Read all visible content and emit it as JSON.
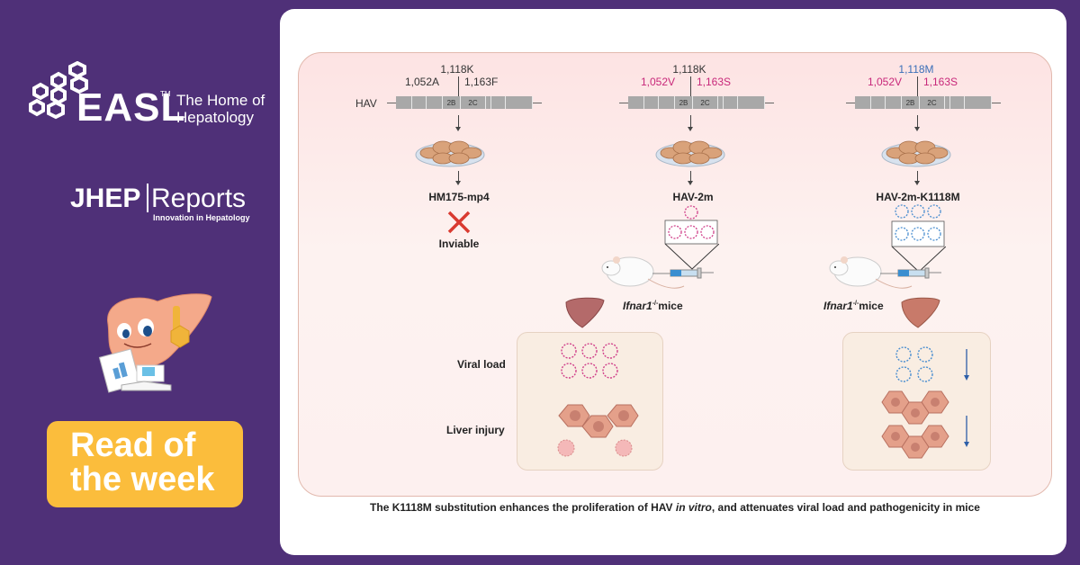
{
  "brand": {
    "easl_word": "EASL",
    "easl_tm": "TM",
    "easl_tagline_1": "The Home of",
    "easl_tagline_2": "Hepatology",
    "journal_a": "JHEP",
    "journal_b": "Reports",
    "journal_sub": "Innovation in Hepatology",
    "badge_line1": "Read of",
    "badge_line2": "the week"
  },
  "colors": {
    "background": "#4f3078",
    "badge": "#fbbd3c",
    "pink_mutation": "#c8287a",
    "blue_mutation": "#3a6fb8",
    "cross": "#d93a30"
  },
  "figure": {
    "genome_label": "HAV",
    "segment_2b": "2B",
    "segment_2c": "2C",
    "columns": [
      {
        "top_mutation": "1,118K",
        "left_mutation": "1,052A",
        "right_mutation": "1,163F",
        "strain": "HM175-mp4",
        "outcome": "Inviable"
      },
      {
        "top_mutation": "1,118K",
        "left_mutation": "1,052V",
        "right_mutation": "1,163S",
        "strain": "HAV-2m",
        "mouse_label_a": "Ifnar1",
        "mouse_label_sup": "-/-",
        "mouse_label_b": "mice"
      },
      {
        "top_mutation": "1,118M",
        "left_mutation": "1,052V",
        "right_mutation": "1,163S",
        "strain": "HAV-2m-K1118M",
        "mouse_label_a": "Ifnar1",
        "mouse_label_sup": "-/-",
        "mouse_label_b": "mice"
      }
    ],
    "outcome_labels": {
      "viral_load": "Viral load",
      "liver_injury": "Liver injury"
    },
    "caption_pre": "The K1118M substitution enhances the proliferation of HAV ",
    "caption_italic": "in vitro",
    "caption_post": ", and attenuates viral load and pathogenicity in mice"
  }
}
